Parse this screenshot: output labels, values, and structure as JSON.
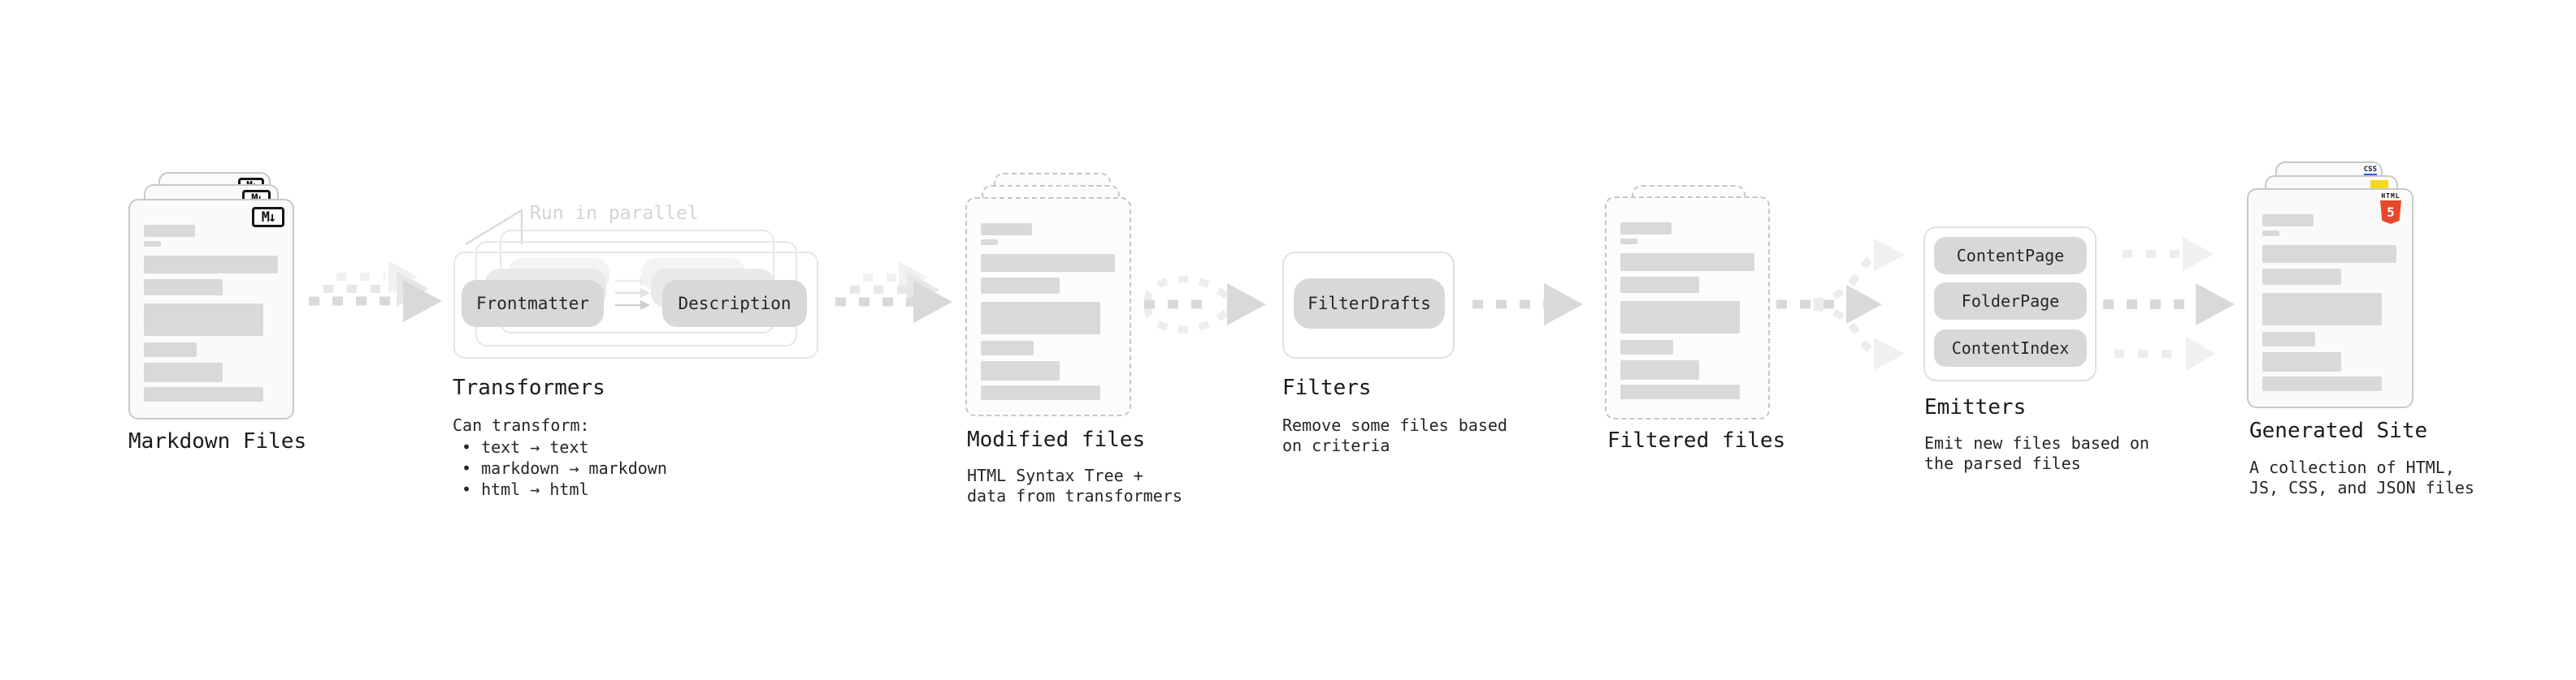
{
  "stages": {
    "markdown": {
      "label": "Markdown Files"
    },
    "transformers": {
      "label": "Transformers",
      "annotation": "Run in parallel",
      "desc": "Can transform:",
      "bullets": {
        "b1": "• text → text",
        "b2": "• markdown → markdown",
        "b3": "• html → html"
      },
      "pills": {
        "frontmatter": "Frontmatter",
        "description": "Description"
      }
    },
    "modified": {
      "label": "Modified files",
      "desc1": "HTML Syntax Tree +",
      "desc2": "data from transformers"
    },
    "filters": {
      "label": "Filters",
      "desc1": "Remove some files based",
      "desc2": "on criteria",
      "pill": "FilterDrafts"
    },
    "filtered": {
      "label": "Filtered files"
    },
    "emitters": {
      "label": "Emitters",
      "desc1": "Emit new files based on",
      "desc2": "the parsed files",
      "pills": {
        "p1": "ContentPage",
        "p2": "FolderPage",
        "p3": "ContentIndex"
      }
    },
    "generated": {
      "label": "Generated Site",
      "desc1": "A collection of HTML,",
      "desc2": "JS, CSS, and JSON files"
    }
  },
  "badges": {
    "markdown": "M↓",
    "html5_label": "HTML",
    "html5_number": "5",
    "css": "CSS"
  },
  "colors": {
    "html5_orange": "#e8492b",
    "js_yellow": "#f5d915",
    "css_blue": "#2860e1",
    "pill_gray": "#d8d8d8",
    "arrow_gray": "#d9d9d9",
    "arrow_light": "#ededed"
  }
}
